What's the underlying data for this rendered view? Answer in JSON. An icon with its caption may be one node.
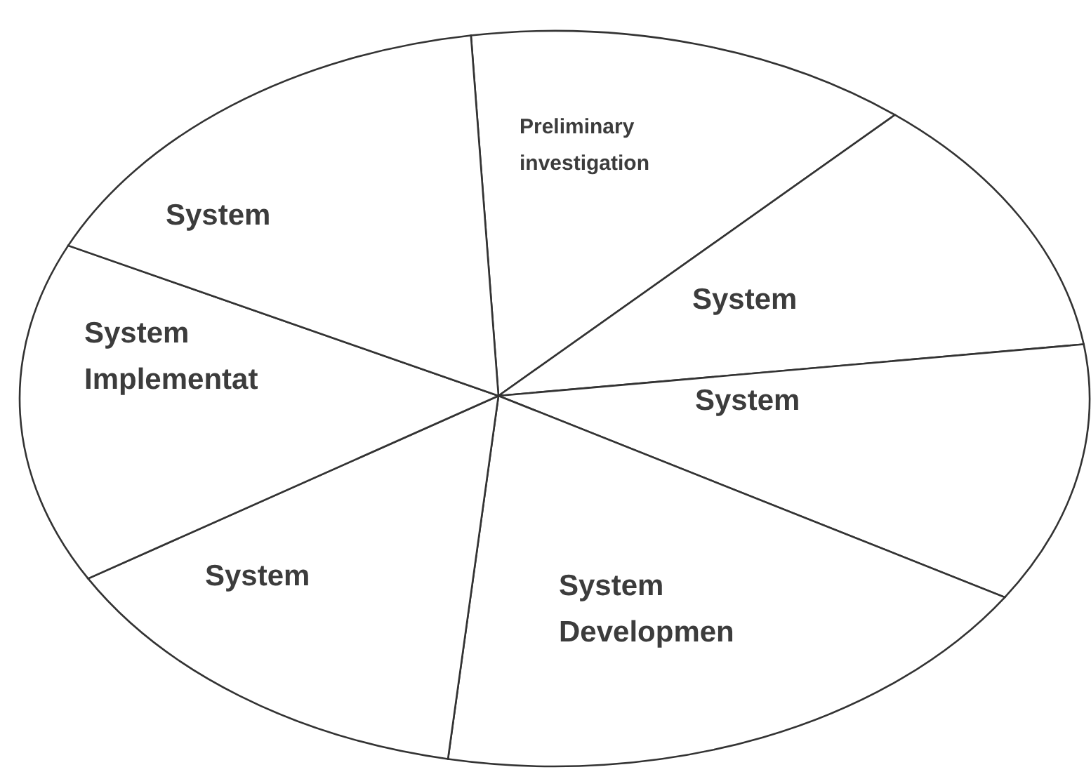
{
  "diagram": {
    "nodes": [
      {
        "text": [
          "Preliminary investigation"
        ]
      },
      {
        "text": [
          "System"
        ]
      },
      {
        "text": [
          "System"
        ]
      },
      {
        "text": [
          "System Developmen"
        ]
      },
      {
        "text": [
          "System"
        ]
      },
      {
        "text": [
          "System Implementat"
        ]
      },
      {
        "text": [
          "System"
        ]
      }
    ]
  }
}
